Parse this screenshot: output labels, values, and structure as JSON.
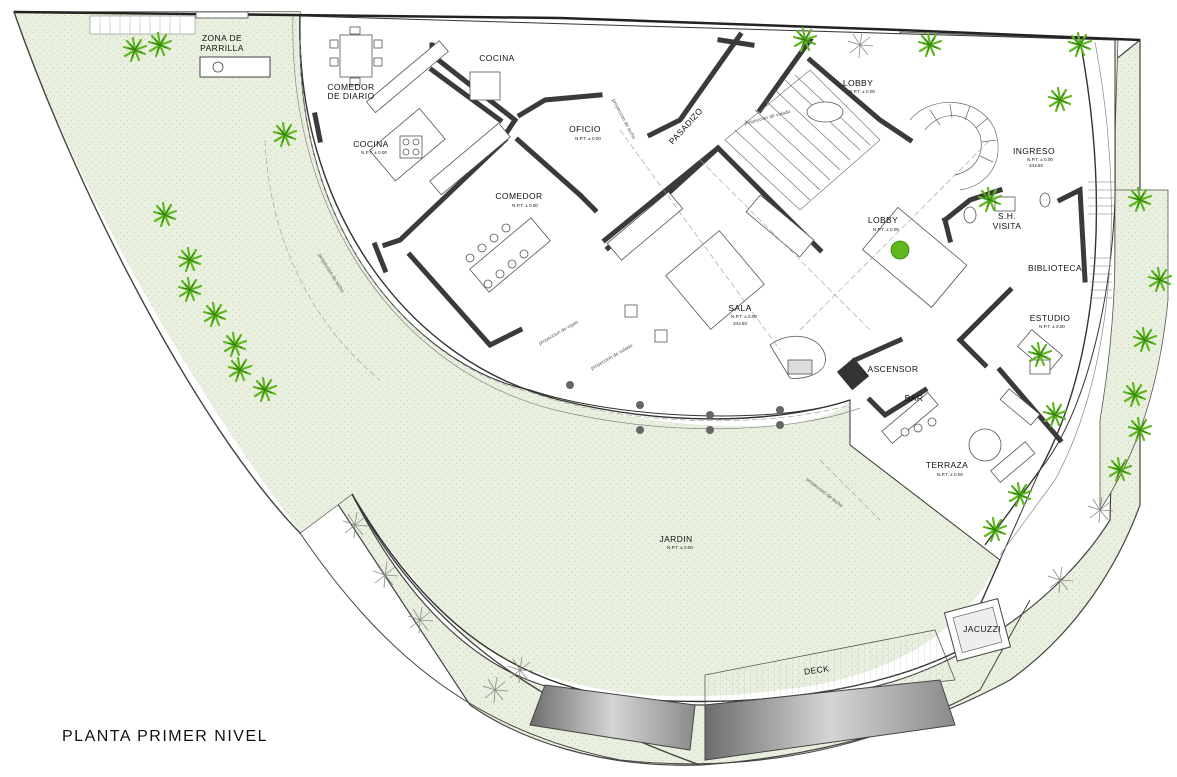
{
  "title": "PLANTA PRIMER NIVEL",
  "colors": {
    "garden_fill": "#e9f0df",
    "garden_stipple": "#b9c9a4",
    "wall": "#3a3a3a",
    "thin_line": "#777777",
    "plant": "#5fb81e",
    "plant_dark": "#2f7d0e",
    "pool": "#b8b8b8",
    "pool_dark": "#666666"
  },
  "rooms": {
    "zona_parrilla": {
      "line1": "ZONA DE",
      "line2": "PARRILLA"
    },
    "cocina_top": "COCINA",
    "comedor_diario": {
      "line1": "COMEDOR",
      "line2": "DE DIARIO"
    },
    "cocina": "COCINA",
    "oficio": "OFICIO",
    "pasadizo": "PASADIZO",
    "comedor": "COMEDOR",
    "lobby_top": "LOBBY",
    "lobby": "LOBBY",
    "ingreso": "INGRESO",
    "sh_visita": {
      "line1": "S.H.",
      "line2": "VISITA"
    },
    "biblioteca": "BIBLIOTECA",
    "estudio": "ESTUDIO",
    "sala": "SALA",
    "ascensor": "ASCENSOR",
    "bar": "BAR",
    "terraza": "TERRAZA",
    "jardin": "JARDIN",
    "deck": "DECK",
    "jacuzzi": "JACUZZI"
  },
  "levels": {
    "npt": "N.P.T. ± 0.00",
    "elevation": "343.50"
  },
  "notes": {
    "proyeccion_techo": "proyeccion de techo",
    "proyeccion_vigas": "proyeccion de vigas",
    "proyeccion_volado": "proyeccion de volado"
  }
}
